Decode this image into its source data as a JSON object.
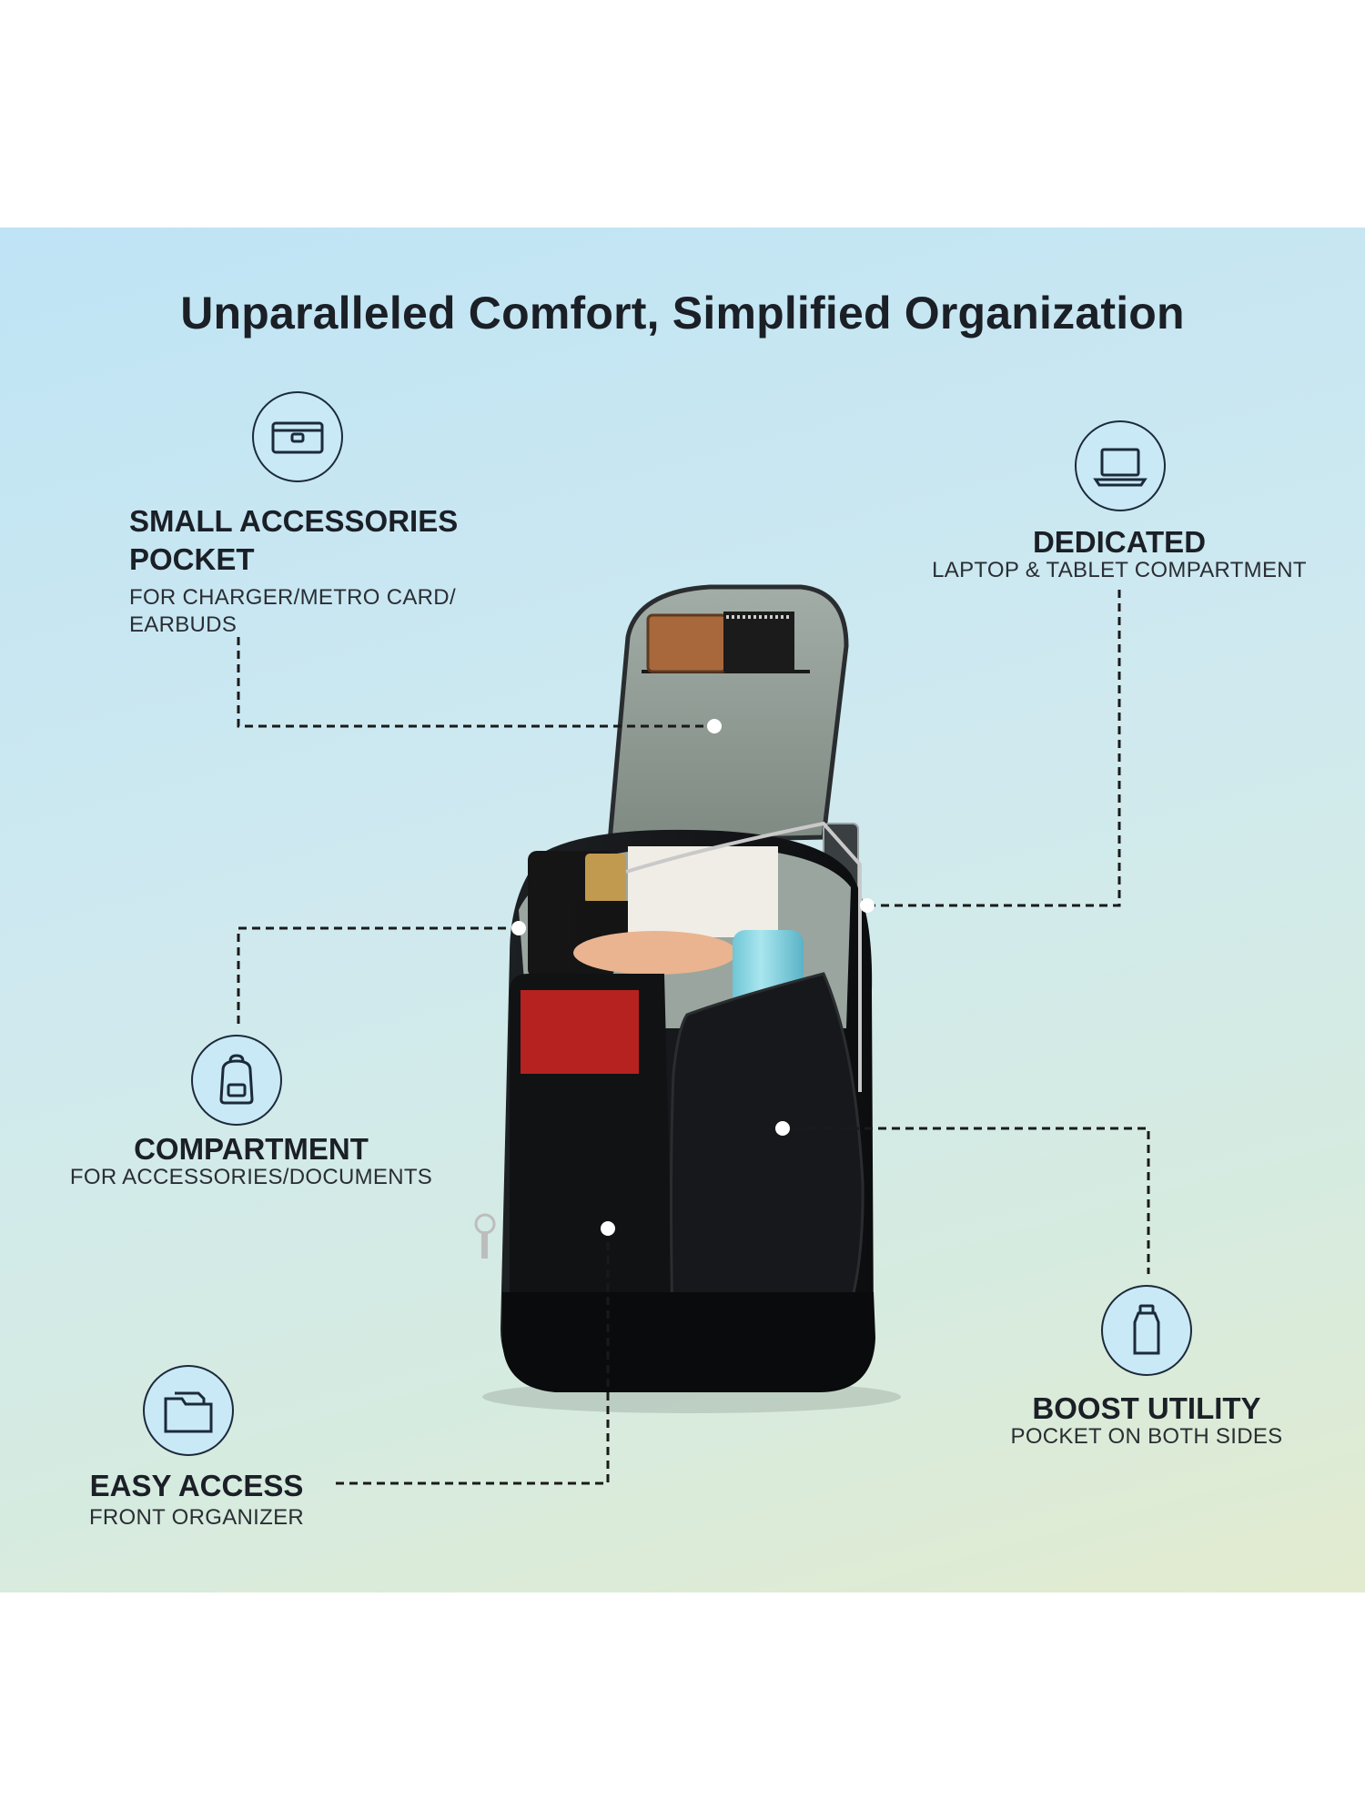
{
  "page": {
    "title": "Unparalleled Comfort, Simplified Organization",
    "colors": {
      "panel_top": "#bfe4f5",
      "panel_bottom": "#e2ebcf",
      "text": "#1b1f26",
      "icon_fill": "#c9e9f7",
      "lining": "#8f9a93",
      "bag": "#141618"
    }
  },
  "features": {
    "accessories": {
      "icon": "card-holder-icon",
      "title_line1": "SMALL ACCESSORIES",
      "title_line2": "POCKET",
      "sub_line1": "FOR CHARGER/METRO CARD/",
      "sub_line2": "EARBUDS"
    },
    "laptop": {
      "icon": "laptop-icon",
      "title": "DEDICATED",
      "sub": "LAPTOP & TABLET COMPARTMENT"
    },
    "compartment": {
      "icon": "backpack-icon",
      "title": "COMPARTMENT",
      "sub": "FOR ACCESSORIES/DOCUMENTS"
    },
    "utility": {
      "icon": "bottle-icon",
      "title": "BOOST UTILITY",
      "sub": "POCKET ON BOTH SIDES"
    },
    "easy_access": {
      "icon": "folder-icon",
      "title": "EASY ACCESS",
      "sub": "FRONT ORGANIZER"
    }
  }
}
